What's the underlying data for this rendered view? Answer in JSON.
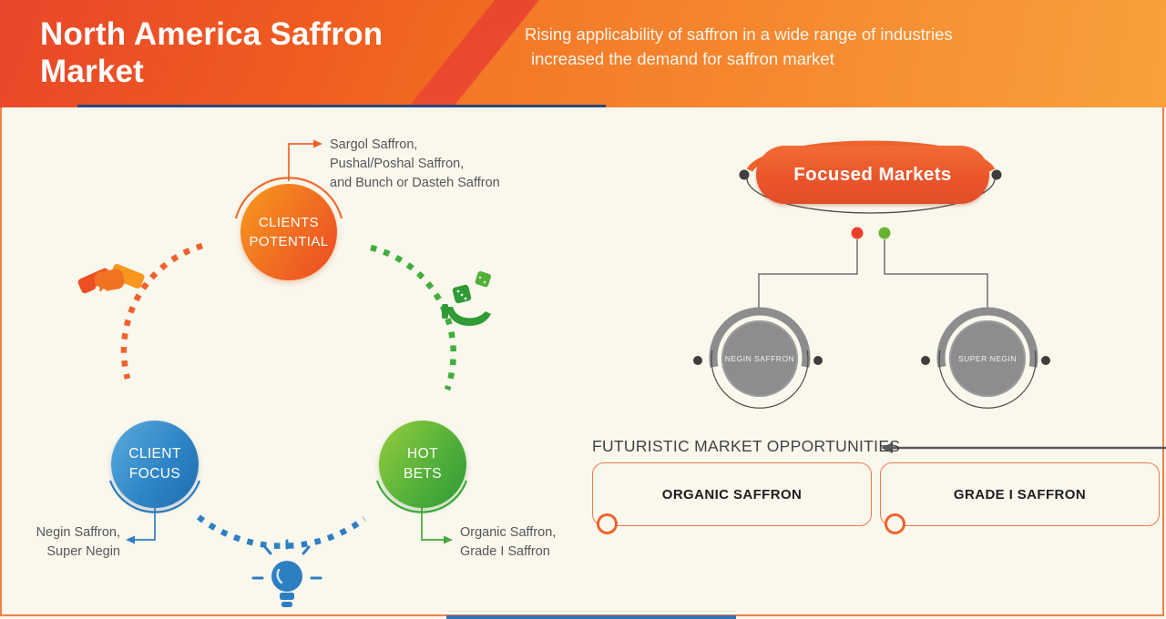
{
  "colors": {
    "background": "#faf7ec",
    "header_gradient_left": "#e8462a",
    "header_gradient_right": "#f9a03c",
    "header_stripe_red": "#e8432e",
    "header_underline_navy": "#27477c",
    "accent_orange": "#f0622c",
    "accent_blue": "#2e7fc1",
    "accent_green": "#3fae3c",
    "gray_node": "#8d8d8d",
    "dark_dot": "#3e3e3e",
    "red_dot": "#e8402c",
    "green_dot": "#66b42f",
    "note_text": "#55565a",
    "frame_border": "#f08045",
    "bottom_bar_blue": "#2f74b8"
  },
  "header": {
    "title": "North America Saffron Market",
    "subtitle_line1": "Rising applicability of saffron in a wide range of industries",
    "subtitle_line2": "increased the demand for saffron market"
  },
  "cycle": {
    "clients_potential": {
      "line1": "CLIENTS",
      "line2": "POTENTIAL",
      "note_line1": "Sargol Saffron,",
      "note_line2": "Pushal/Poshal Saffron,",
      "note_line3": "and Bunch or Dasteh Saffron"
    },
    "client_focus": {
      "line1": "CLIENT",
      "line2": "FOCUS",
      "note_line1": "Negin Saffron,",
      "note_line2": "Super Negin"
    },
    "hot_bets": {
      "line1": "HOT",
      "line2": "BETS",
      "note_line1": "Organic Saffron,",
      "note_line2": "Grade I Saffron"
    },
    "icons": [
      "handshake-icon",
      "dice-in-hand-icon",
      "lightbulb-icon"
    ]
  },
  "focused_markets": {
    "title": "Focused Markets",
    "children": [
      {
        "label": "NEGIN SAFFRON"
      },
      {
        "label": "SUPER NEGIN"
      }
    ]
  },
  "opportunities": {
    "heading": "FUTURISTIC MARKET OPPORTUNITIES",
    "items": [
      {
        "label": "ORGANIC SAFFRON"
      },
      {
        "label": "GRADE I SAFFRON"
      }
    ]
  }
}
